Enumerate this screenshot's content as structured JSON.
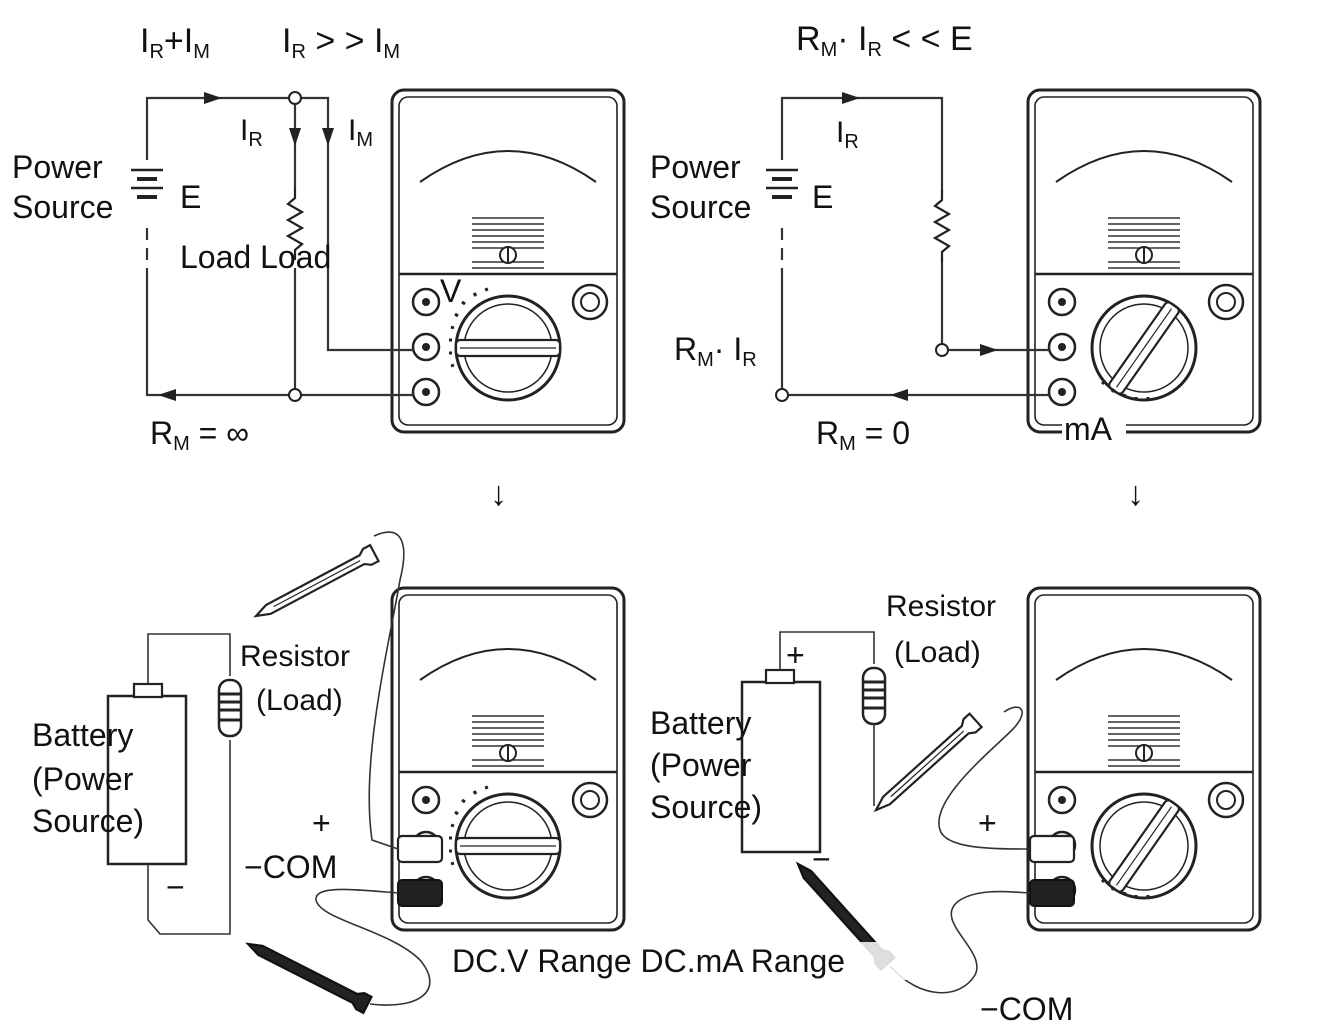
{
  "top_left": {
    "formula_currents": "I",
    "formula_sub_r": "R",
    "formula_plus": "+I",
    "formula_sub_m": "M",
    "condition_i": "I",
    "condition_sub_r": "R",
    "condition_rel": " > > I",
    "condition_sub_m": "M",
    "branch_ir": "I",
    "branch_ir_sub": "R",
    "branch_im": "I",
    "branch_im_sub": "M",
    "power_source_line1": "Power",
    "power_source_line2": "Source",
    "emf_label": "E",
    "load_label": "Load Load",
    "range_mark": "V",
    "rm_label": "R",
    "rm_sub": "M",
    "rm_value": " = ∞"
  },
  "top_right": {
    "condition_r": "R",
    "condition_sub_m": "M",
    "condition_dot": "·  I",
    "condition_sub_r": "R",
    "condition_rel": " < < E",
    "branch_ir": "I",
    "branch_ir_sub": "R",
    "power_source_line1": "Power",
    "power_source_line2": "Source",
    "emf_label": "E",
    "drop_r": "R",
    "drop_sub_m": "M",
    "drop_dot": "·  I",
    "drop_sub_r": "R",
    "rm_label": "R",
    "rm_sub": "M",
    "rm_value": " = 0",
    "range_mark": "mA"
  },
  "arrows": {
    "down": "↓"
  },
  "bottom_left": {
    "battery_line1": "Battery",
    "battery_line2": "(Power",
    "battery_line3": "Source)",
    "minus": "−",
    "resistor_line1": "Resistor",
    "resistor_line2": "(Load)",
    "plus": "+",
    "com": "−COM"
  },
  "bottom_right": {
    "resistor_line1": "Resistor",
    "resistor_line2": "(Load)",
    "plus_battery": "+",
    "battery_line1": "Battery",
    "battery_line2": "(Power",
    "battery_line3": "Source)",
    "minus": "−",
    "plus": "+",
    "com": "−COM"
  },
  "caption": "DC.V Range DC.mA Range"
}
